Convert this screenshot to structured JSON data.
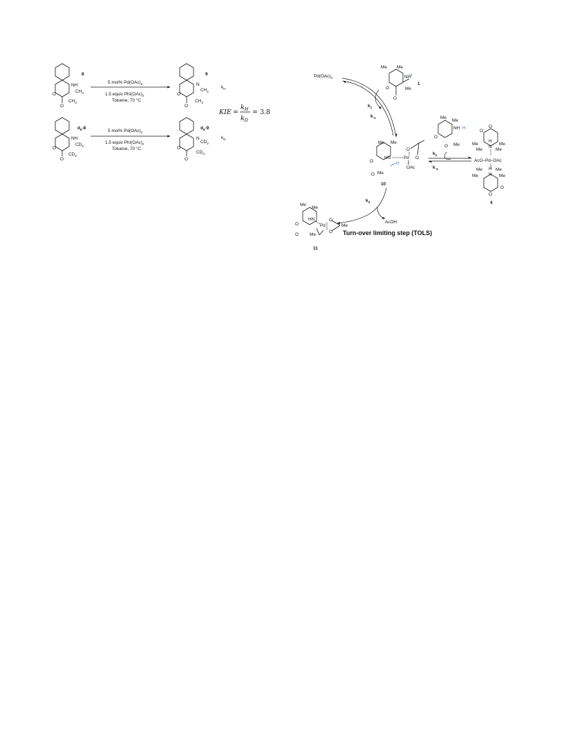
{
  "kie_panel": {
    "rows": [
      {
        "reactant_label": "8",
        "product_label": "9",
        "cond1": "5 mol% Pd(OAc)",
        "cond1_sub": "2",
        "cond2": "1.5 equiv PhI(OAc)",
        "cond2_sub": "2",
        "cond3": "Toluene, 70 °C",
        "rate_main": "k",
        "rate_sub": "H",
        "reactant_groups": [
          "NH",
          "O",
          "O",
          "CH",
          "3",
          "CH",
          "3"
        ],
        "product_groups": [
          "N",
          "O",
          "O",
          "CH",
          "2",
          "CH",
          "3"
        ]
      },
      {
        "reactant_label_pre": "d",
        "reactant_label_sub": "6",
        "reactant_label_post": "-8",
        "product_label_pre": "d",
        "product_label_sub": "5",
        "product_label_post": "-9",
        "cond1": "5 mol% Pd(OAc)",
        "cond1_sub": "2",
        "cond2": "1.5 equiv PhI(OAc)",
        "cond2_sub": "2",
        "cond3": "Toluene, 70 °C",
        "rate_main": "k",
        "rate_sub": "D",
        "reactant_groups": [
          "NH",
          "O",
          "O",
          "CD",
          "3",
          "CD",
          "3"
        ],
        "product_groups": [
          "N",
          "O",
          "O",
          "CD",
          "2",
          "CD",
          "3"
        ]
      }
    ],
    "kie_eq": {
      "lhs": "KIE",
      "eq": "=",
      "num": "k",
      "num_sub": "H",
      "den": "k",
      "den_sub": "D",
      "value": "= 3.8"
    }
  },
  "mechanism": {
    "pd_oac2": "Pd(OAc)",
    "pd_oac2_sub": "2",
    "cmpd1_label": "1",
    "cmpd10_label": "10",
    "cmpd4_label": "4",
    "cmpd11_label": "11",
    "k1": "k",
    "k1_sub": "1",
    "km1": "k",
    "km1_sub": "-1",
    "k2": "k",
    "k2_sub": "2",
    "km2": "k",
    "km2_sub": "-2",
    "k3": "k",
    "k3_sub": "3",
    "acoh": "AcOH",
    "tols": "Turn-over limiting step (TOLS)",
    "atoms": {
      "me": "Me",
      "nh": "NH",
      "hn": "HN",
      "n": "N",
      "h": "H",
      "o": "O",
      "pd": "Pd",
      "oac": "OAc",
      "aco": "AcO",
      "aco_pd_oac": "AcO–Pd–OAc"
    }
  },
  "colors": {
    "ink": "#111111",
    "highlight": "#3f7fbf"
  }
}
